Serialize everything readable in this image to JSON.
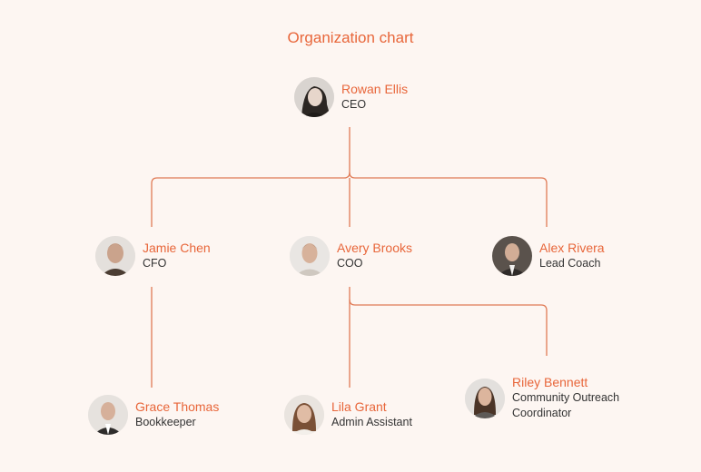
{
  "title": "Organization chart",
  "colors": {
    "accent": "#e8663a",
    "line": "#e07a55",
    "background": "#fdf6f2"
  },
  "people": {
    "ceo": {
      "name": "Rowan Ellis",
      "role": "CEO"
    },
    "cfo": {
      "name": "Jamie Chen",
      "role": "CFO"
    },
    "coo": {
      "name": "Avery Brooks",
      "role": "COO"
    },
    "coach": {
      "name": "Alex Rivera",
      "role": "Lead Coach"
    },
    "bookkeeper": {
      "name": "Grace Thomas",
      "role": "Bookkeeper"
    },
    "assistant": {
      "name": "Lila Grant",
      "role": "Admin Assistant"
    },
    "outreach": {
      "name": "Riley Bennett",
      "role": "Community Outreach\nCoordinator"
    }
  },
  "reports_to": {
    "cfo": "ceo",
    "coo": "ceo",
    "coach": "ceo",
    "bookkeeper": "cfo",
    "assistant": "coo",
    "outreach": "coo"
  }
}
